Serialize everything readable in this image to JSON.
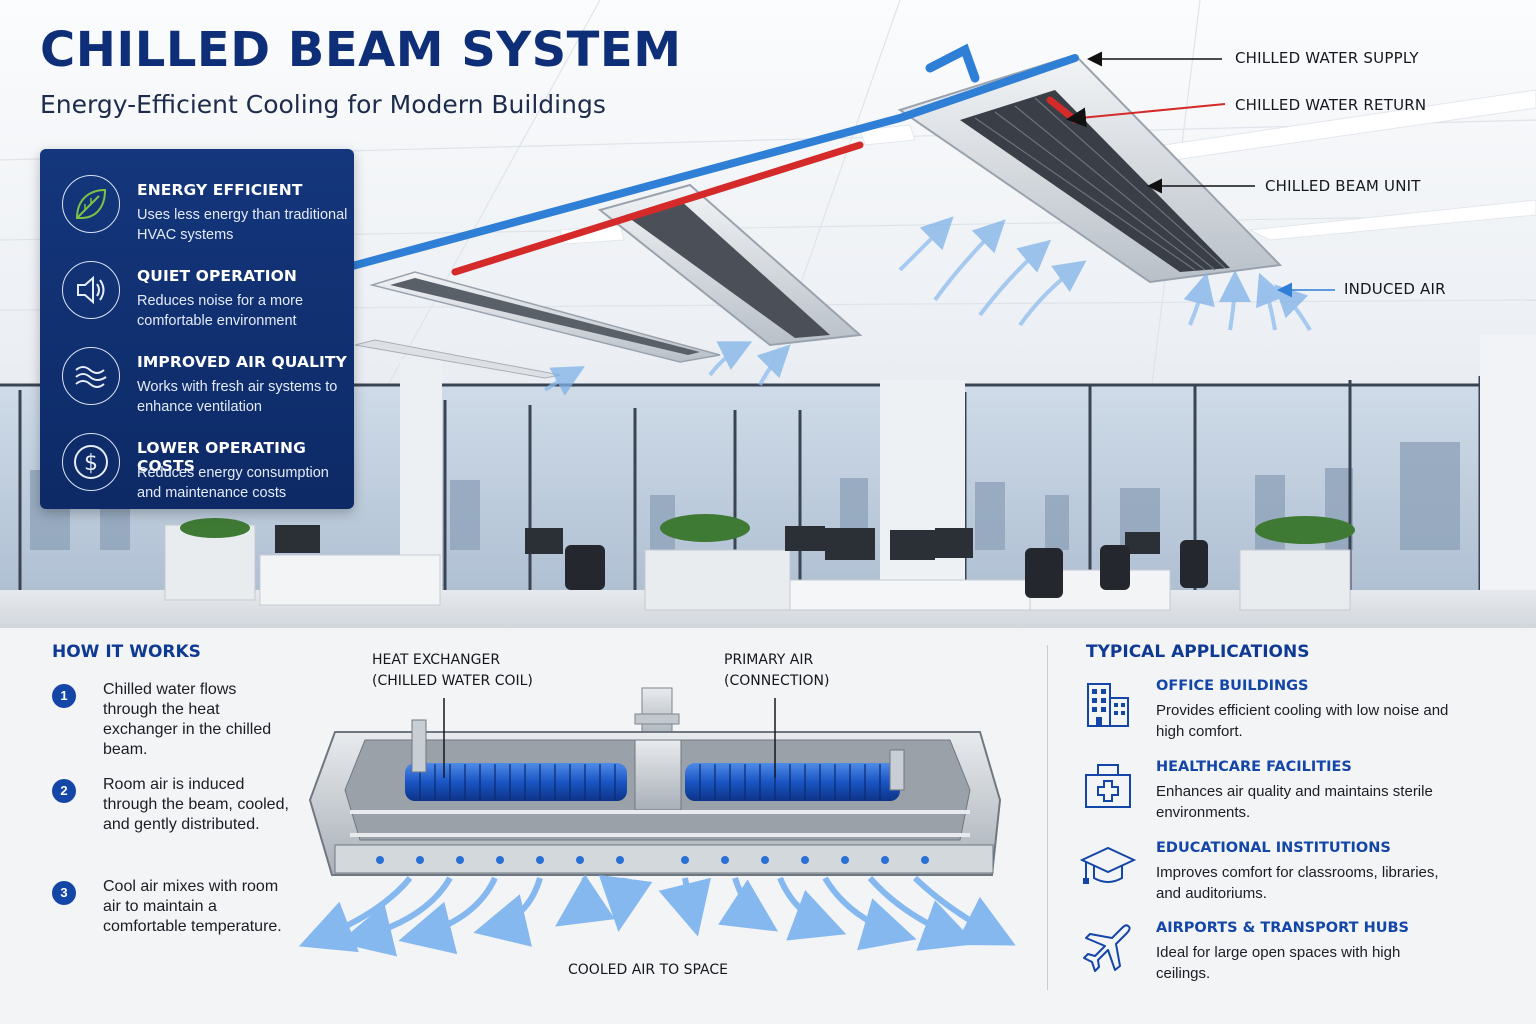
{
  "header": {
    "title": "CHILLED BEAM SYSTEM",
    "subtitle": "Energy-Efficient Cooling for Modern Buildings"
  },
  "benefits": [
    {
      "icon": "leaf-icon",
      "title": "ENERGY EFFICIENT",
      "text": "Uses less energy than traditional HVAC systems"
    },
    {
      "icon": "speaker-icon",
      "title": "QUIET OPERATION",
      "text": "Reduces noise for a more comfortable environment"
    },
    {
      "icon": "airflow-icon",
      "title": "IMPROVED AIR QUALITY",
      "text": "Works with fresh air systems to enhance ventilation"
    },
    {
      "icon": "dollar-icon",
      "title": "LOWER OPERATING COSTS",
      "text": "Reduces energy consumption and maintenance costs"
    }
  ],
  "callouts": {
    "supply": "CHILLED WATER SUPPLY",
    "return": "CHILLED WATER RETURN",
    "unit": "CHILLED BEAM UNIT",
    "induced": "INDUCED AIR"
  },
  "how_it_works": {
    "title": "HOW IT WORKS",
    "steps": [
      {
        "num": "1",
        "text": "Chilled water flows through the heat exchanger in the chilled beam."
      },
      {
        "num": "2",
        "text": "Room air is induced through the beam, cooled, and gently distributed."
      },
      {
        "num": "3",
        "text": "Cool air mixes with room air to maintain a comfortable temperature."
      }
    ]
  },
  "diagram": {
    "heat_exchanger_line1": "HEAT EXCHANGER",
    "heat_exchanger_line2": "(CHILLED WATER COIL)",
    "primary_air_line1": "PRIMARY AIR",
    "primary_air_line2": "(CONNECTION)",
    "cooled_air": "COOLED AIR TO SPACE"
  },
  "applications": {
    "title": "TYPICAL APPLICATIONS",
    "items": [
      {
        "icon": "building-icon",
        "title": "OFFICE BUILDINGS",
        "text": "Provides efficient cooling with low noise and high comfort."
      },
      {
        "icon": "hospital-icon",
        "title": "HEALTHCARE FACILITIES",
        "text": "Enhances air quality and maintains sterile environments."
      },
      {
        "icon": "graduation-cap-icon",
        "title": "EDUCATIONAL INSTITUTIONS",
        "text": "Improves comfort for classrooms, libraries, and auditoriums."
      },
      {
        "icon": "airplane-icon",
        "title": "AIRPORTS & TRANSPORT HUBS",
        "text": "Ideal for large open spaces with high ceilings."
      }
    ]
  },
  "colors": {
    "brand_navy": "#0e2f78",
    "panel_blue": "#14367c",
    "accent_blue": "#1446a8",
    "supply_pipe": "#2f7fd6",
    "return_pipe": "#d42a2a"
  }
}
